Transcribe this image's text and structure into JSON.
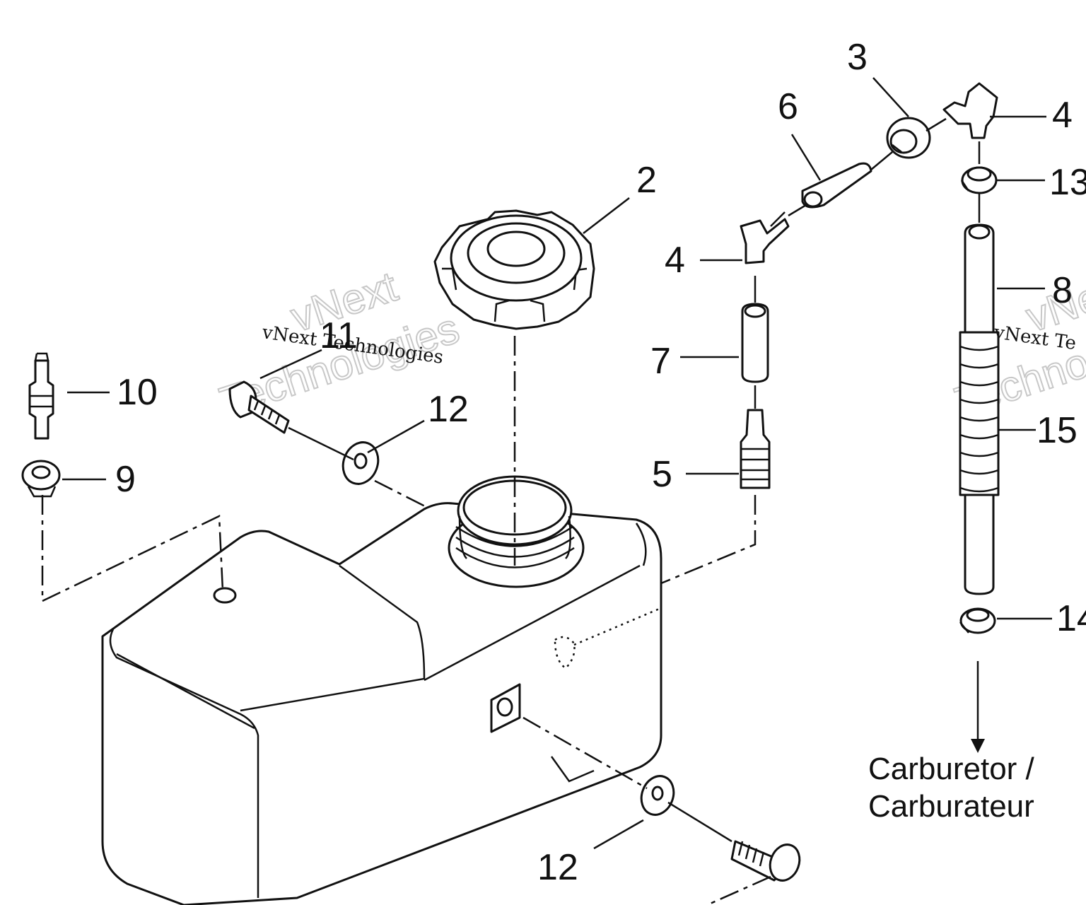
{
  "callouts": {
    "c2": "2",
    "c3": "3",
    "c4a": "4",
    "c4b": "4",
    "c5": "5",
    "c6": "6",
    "c7": "7",
    "c8": "8",
    "c9": "9",
    "c10": "10",
    "c11": "11",
    "c12a": "12",
    "c12b": "12",
    "c13": "13",
    "c14": "14",
    "c15": "15"
  },
  "destination": {
    "line1": "Carburetor /",
    "line2": "Carburateur"
  },
  "watermarks": {
    "w1": "vNext Technologies",
    "w2": "vNext",
    "w3": "Technologies",
    "w4": "vNext Te",
    "w5": "vNe",
    "w6": "Techno"
  }
}
